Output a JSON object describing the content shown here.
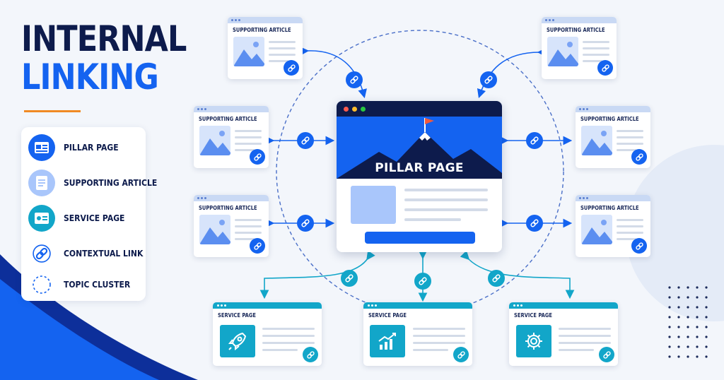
{
  "title": {
    "line1": "INTERNAL",
    "line2": "LINKING"
  },
  "colors": {
    "navy": "#0d1b4c",
    "blue": "#1463f0",
    "teal": "#12a6c9",
    "orange": "#f08a24",
    "light_blue": "#a9c6fb"
  },
  "legend": [
    {
      "icon": "pillar-page-icon",
      "label": "PILLAR PAGE"
    },
    {
      "icon": "supporting-article-icon",
      "label": "SUPPORTING ARTICLE"
    },
    {
      "icon": "service-page-icon",
      "label": "SERVICE PAGE"
    },
    {
      "icon": "contextual-link-icon",
      "label": "CONTEXTUAL LINK"
    },
    {
      "icon": "topic-cluster-icon",
      "label": "TOPIC CLUSTER"
    }
  ],
  "pillar": {
    "label": "PILLAR PAGE"
  },
  "supporting_articles": [
    {
      "label": "SUPPORTING ARTICLE"
    },
    {
      "label": "SUPPORTING ARTICLE"
    },
    {
      "label": "SUPPORTING ARTICLE"
    },
    {
      "label": "SUPPORTING ARTICLE"
    },
    {
      "label": "SUPPORTING ARTICLE"
    },
    {
      "label": "SUPPORTING ARTICLE"
    }
  ],
  "service_pages": [
    {
      "label": "SERVICE PAGE",
      "icon": "rocket-icon"
    },
    {
      "label": "SERVICE PAGE",
      "icon": "growth-chart-icon"
    },
    {
      "label": "SERVICE PAGE",
      "icon": "gear-icon"
    }
  ]
}
